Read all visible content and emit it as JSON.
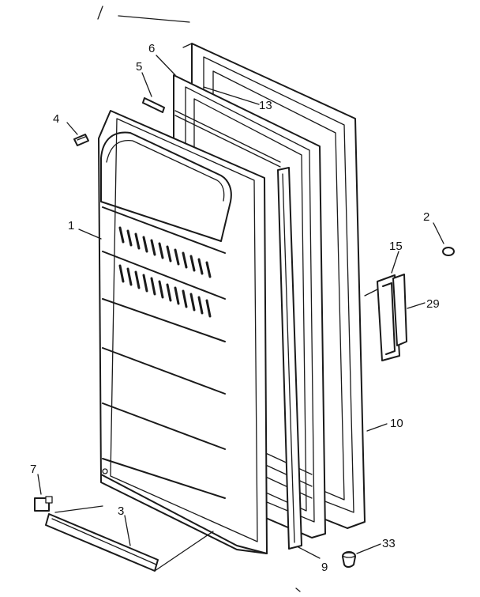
{
  "diagram": {
    "callouts": [
      {
        "id": "c1",
        "text": "1"
      },
      {
        "id": "c2",
        "text": "2"
      },
      {
        "id": "c3",
        "text": "3"
      },
      {
        "id": "c4",
        "text": "4"
      },
      {
        "id": "c5",
        "text": "5"
      },
      {
        "id": "c6",
        "text": "6"
      },
      {
        "id": "c7",
        "text": "7"
      },
      {
        "id": "c9",
        "text": "9"
      },
      {
        "id": "c10",
        "text": "10"
      },
      {
        "id": "c13",
        "text": "13"
      },
      {
        "id": "c15",
        "text": "15"
      },
      {
        "id": "c29",
        "text": "29"
      },
      {
        "id": "c33",
        "text": "33"
      }
    ]
  }
}
